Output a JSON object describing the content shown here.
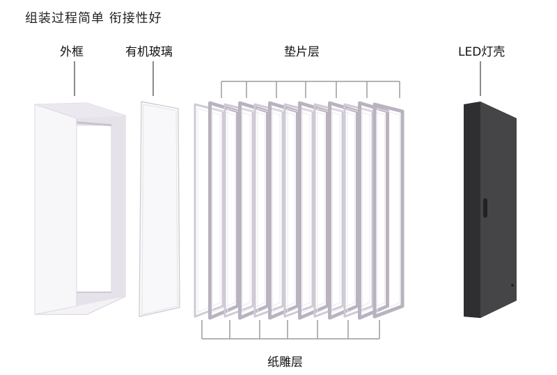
{
  "headline": "组装过程简单 衔接性好",
  "labels": {
    "frame": "外框",
    "acrylic": "有机玻璃",
    "spacer": "垫片层",
    "led_shell": "LED灯壳",
    "paper": "纸雕层"
  },
  "layers": {
    "spacer_count": 7,
    "paper_count": 6
  },
  "colors": {
    "frame_white": "#f4f2f6",
    "frame_shadow": "#d9d4df",
    "panel_frame": "#c9c4cf",
    "shell_dark": "#3c3c3e",
    "leader_line": "#9a9a9a"
  }
}
